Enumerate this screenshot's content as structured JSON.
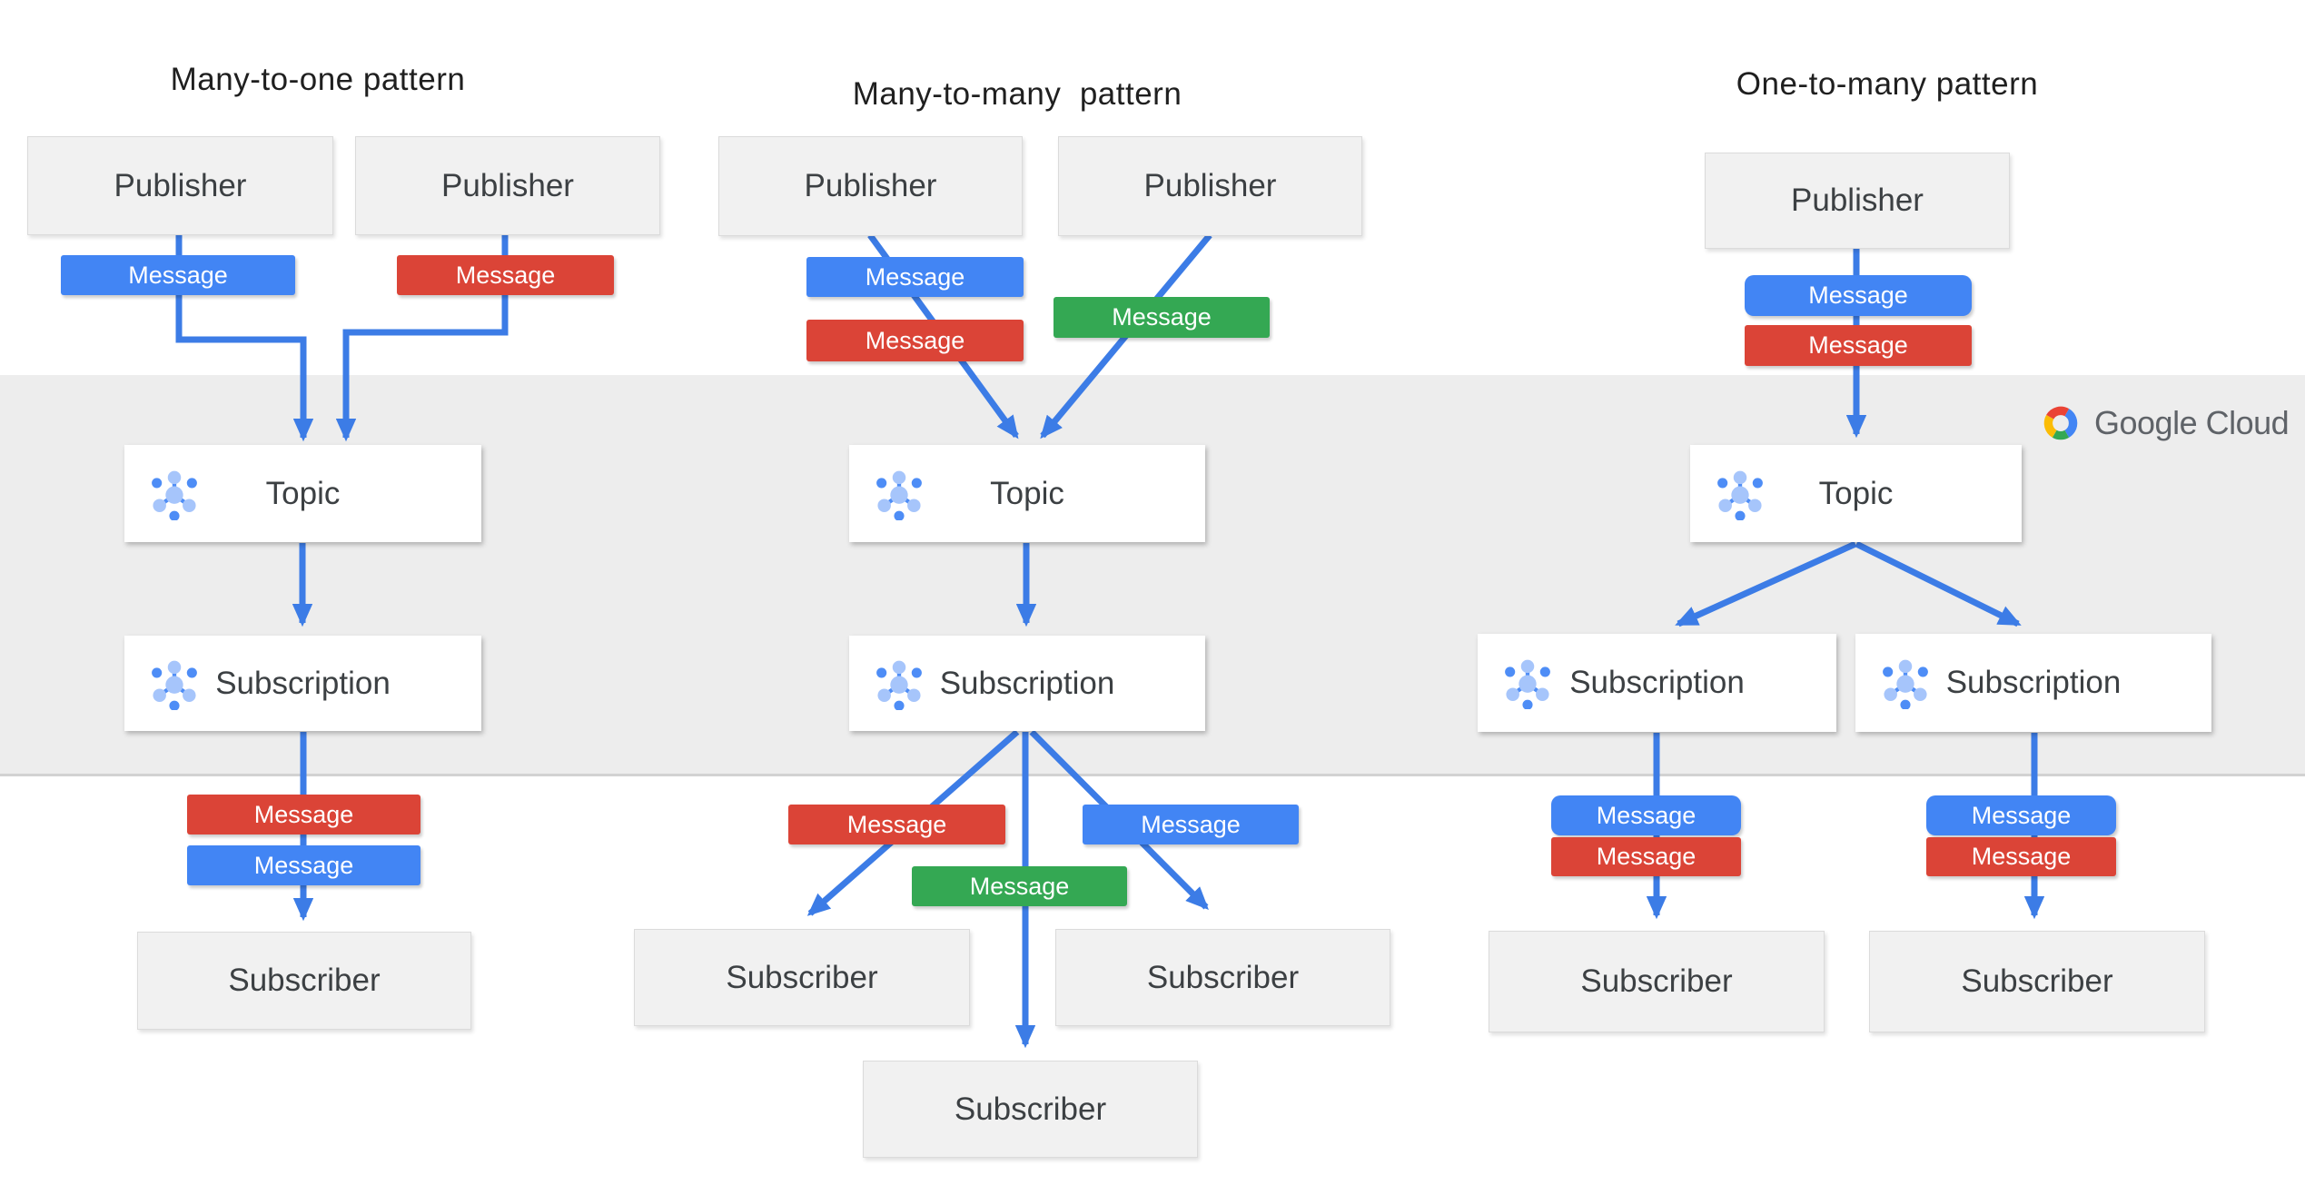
{
  "diagram": {
    "titles": {
      "many_to_one": "Many-to-one pattern",
      "many_to_many": "Many-to-many  pattern",
      "one_to_many": "One-to-many pattern"
    },
    "labels": {
      "publisher": "Publisher",
      "topic": "Topic",
      "subscription": "Subscription",
      "subscriber": "Subscriber",
      "message": "Message"
    },
    "branding": {
      "logo_text": "Google Cloud"
    },
    "colors": {
      "message_blue": "#4285F4",
      "message_red": "#DB4437",
      "message_green": "#34A853",
      "connector_blue": "#3C7CE6",
      "band_gray": "#EDEDED",
      "node_gray": "#F1F1F1",
      "node_white": "#FFFFFF",
      "pubsub_icon_light": "#A6C5FB",
      "pubsub_icon_dark": "#4E8DF6",
      "logo_red": "#EA4335",
      "logo_yellow": "#FBBC05",
      "logo_green": "#34A853",
      "logo_blue": "#4285F4",
      "logo_text_gray": "#5F6368",
      "title_text": "#1F1F1F",
      "node_text": "#3C4043"
    },
    "icons": {
      "pubsub": "pubsub-node-icon",
      "google_cloud": "google-cloud-logo"
    }
  }
}
